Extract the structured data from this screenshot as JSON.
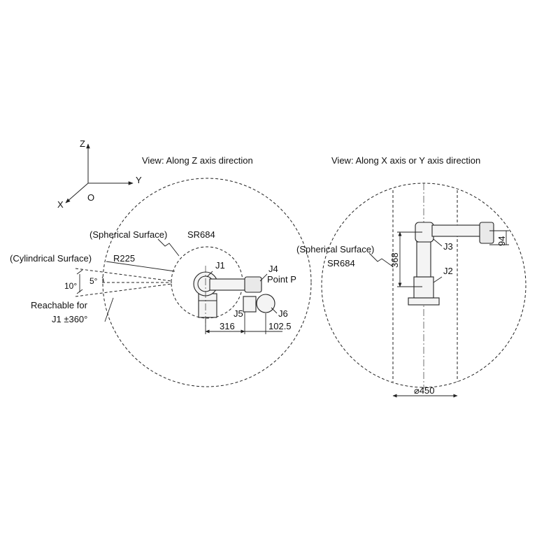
{
  "axes": {
    "z": "Z",
    "y": "Y",
    "x": "X",
    "origin": "O"
  },
  "left_view": {
    "title": "View: Along Z axis direction",
    "spherical_surface": "(Spherical Surface)",
    "sr": "SR684",
    "cylindrical_surface": "(Cylindrical Surface)",
    "r": "R225",
    "angle_10": "10°",
    "angle_5": "5°",
    "reachable_line1": "Reachable for",
    "reachable_line2": "J1 ±360°",
    "j1": "J1",
    "j4": "J4",
    "point_p": "Point P",
    "j5": "J5",
    "j6": "J6",
    "dim_316": "316",
    "dim_102": "102.5"
  },
  "right_view": {
    "title": "View: Along X axis or Y axis direction",
    "spherical_surface": "(Spherical Surface)",
    "sr": "SR684",
    "j3": "J3",
    "j2": "J2",
    "dim_368": "368",
    "dim_94": "94",
    "dim_450": "⌀450"
  }
}
